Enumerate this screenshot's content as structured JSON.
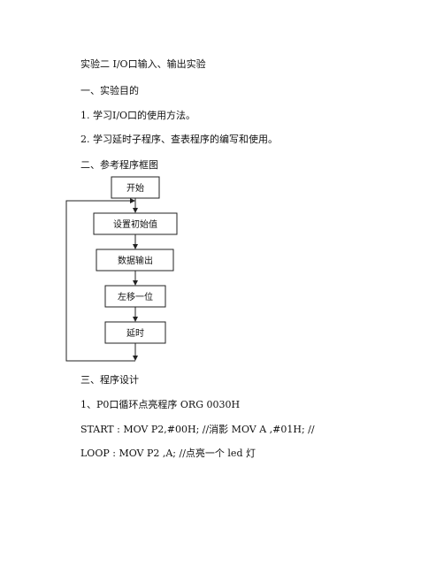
{
  "doc": {
    "title": "实验二 I/O口输入、输出实验",
    "section1_heading": "一、实验目的",
    "item1": "1. 学习I/O口的使用方法。",
    "item2": "2. 学习延时子程序、查表程序的编写和使用。",
    "section2_heading": "二、参考程序框图",
    "section3_heading": "三、程序设计",
    "code_line1": "1、P0口循环点亮程序 ORG 0030H",
    "code_line2": "START : MOV P2,#00H; //消影 MOV A ,#01H; //",
    "code_line3": "LOOP : MOV P2 ,A; //点亮一个 led 灯"
  },
  "flowchart": {
    "start": "开始",
    "init": "设置初始值",
    "output": "数据输出",
    "shift": "左移一位",
    "delay": "延时"
  }
}
